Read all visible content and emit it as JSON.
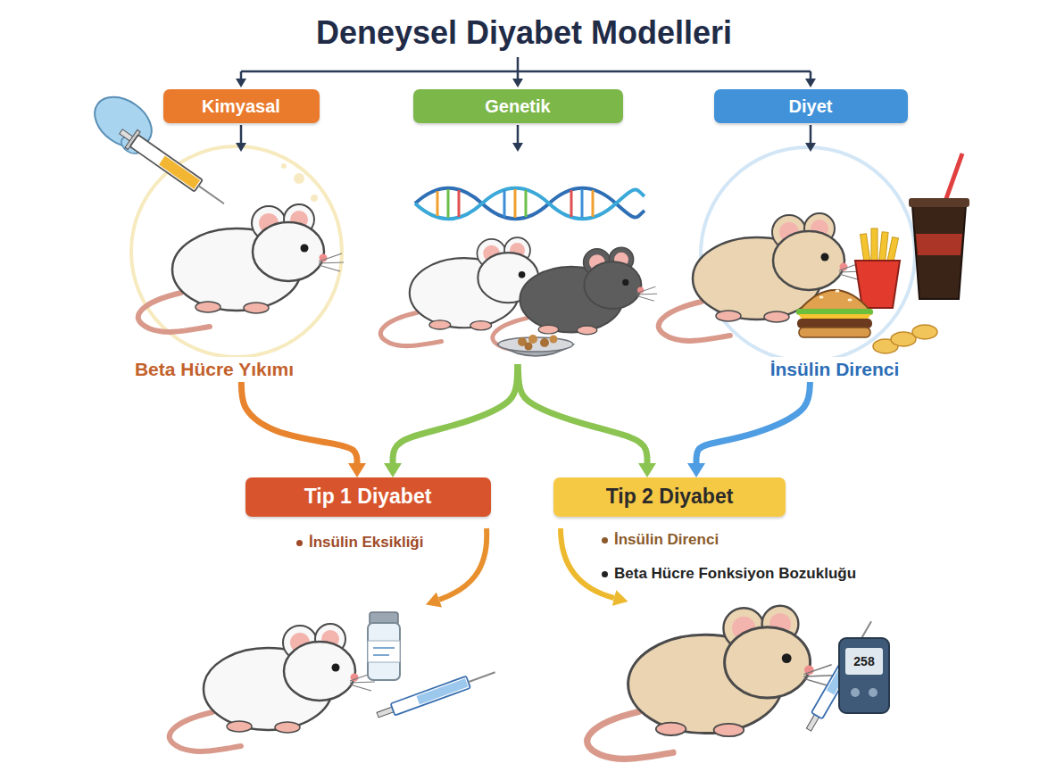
{
  "diagram": {
    "title": "Deneysel Diyabet Modelleri",
    "nodes": [
      {
        "text": [
          "Kimyasal"
        ]
      },
      {
        "text": [
          "Genetik"
        ]
      },
      {
        "text": [
          "Diyet"
        ]
      },
      {
        "text": [
          "Tip 1 Diyabet",
          "İnsülin Eksikliği"
        ]
      },
      {
        "text": [
          "Tip 2 Diyabet",
          "İnsülin Direnci",
          "Beta Hücre Fonksiyon Bozukluğu"
        ]
      }
    ],
    "edges": [
      {
        "from": 0,
        "to": 3,
        "arrow": "to"
      },
      {
        "from": 1,
        "to": 3,
        "arrow": "to"
      },
      {
        "from": 1,
        "to": 4,
        "arrow": "to"
      },
      {
        "from": 2,
        "to": 4,
        "arrow": "to"
      }
    ],
    "labels": [
      "Beta Hücre Yıkımı",
      "İnsülin Direnci",
      "258"
    ]
  }
}
